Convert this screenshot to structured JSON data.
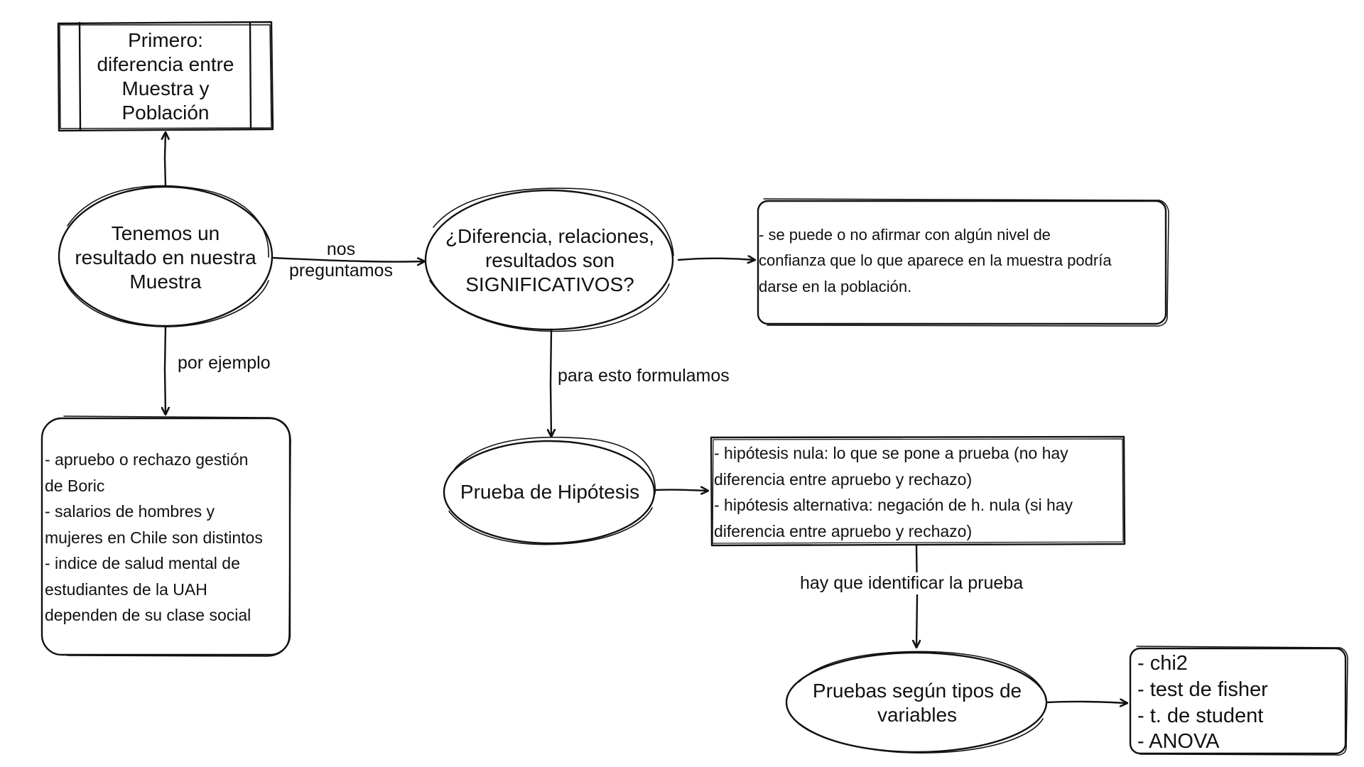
{
  "nodes": {
    "first": {
      "lines": [
        "Primero:",
        "diferencia entre",
        "Muestra y",
        "Población"
      ]
    },
    "result": {
      "lines": [
        "Tenemos un",
        "resultado en nuestra",
        "Muestra"
      ]
    },
    "question": {
      "lines": [
        "¿Diferencia, relaciones,",
        "resultados son",
        "SIGNIFICATIVOS?"
      ]
    },
    "affirm": {
      "lines": [
        "- se puede o no afirmar con algún nivel de",
        "confianza que lo que aparece en la muestra podría",
        "darse en la población."
      ]
    },
    "examples": {
      "lines": [
        "- apruebo o rechazo gestión",
        "de Boric",
        "- salarios de hombres y",
        "mujeres en Chile son distintos",
        "- indice de salud mental de",
        "estudiantes de la UAH",
        "dependen de su clase social"
      ]
    },
    "hypothesis_test": {
      "lines": [
        "Prueba de Hipótesis"
      ]
    },
    "hypotheses": {
      "lines": [
        "- hipótesis nula: lo que se pone a prueba (no hay",
        "diferencia entre apruebo y rechazo)",
        "- hipótesis alternativa: negación de h. nula (si hay",
        "diferencia entre apruebo y rechazo)"
      ]
    },
    "tests_by_type": {
      "lines": [
        "Pruebas según tipos de",
        "variables"
      ]
    },
    "tests_list": {
      "lines": [
        "- chi2",
        "- test de fisher",
        "- t. de student",
        "- ANOVA"
      ]
    }
  },
  "edges": {
    "nos_preguntamos": {
      "lines": [
        "nos",
        "preguntamos"
      ]
    },
    "por_ejemplo": {
      "label": "por ejemplo"
    },
    "para_esto": {
      "label": "para esto formulamos"
    },
    "hay_que": {
      "label": "hay que identificar la prueba"
    }
  },
  "colors": {
    "stroke": "#111111",
    "background": "#ffffff"
  }
}
